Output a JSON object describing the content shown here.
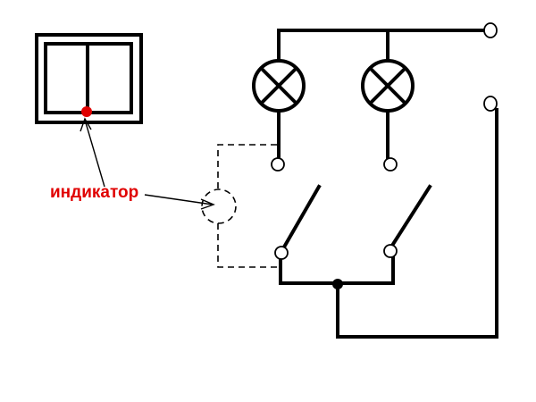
{
  "diagram": {
    "label_indicator": "индикатор",
    "colors": {
      "line": "#000000",
      "indicator": "#e00000",
      "background": "#ffffff"
    },
    "components": [
      {
        "name": "switch-faceplate-icon",
        "kind": "two-key wall switch front view"
      },
      {
        "name": "lamp-1-icon",
        "kind": "lamp"
      },
      {
        "name": "lamp-2-icon",
        "kind": "lamp"
      },
      {
        "name": "switch-contact-1",
        "kind": "open switch contact"
      },
      {
        "name": "switch-contact-2",
        "kind": "open switch contact"
      },
      {
        "name": "indicator-symbol-icon",
        "kind": "indicator (dashed)"
      }
    ]
  }
}
